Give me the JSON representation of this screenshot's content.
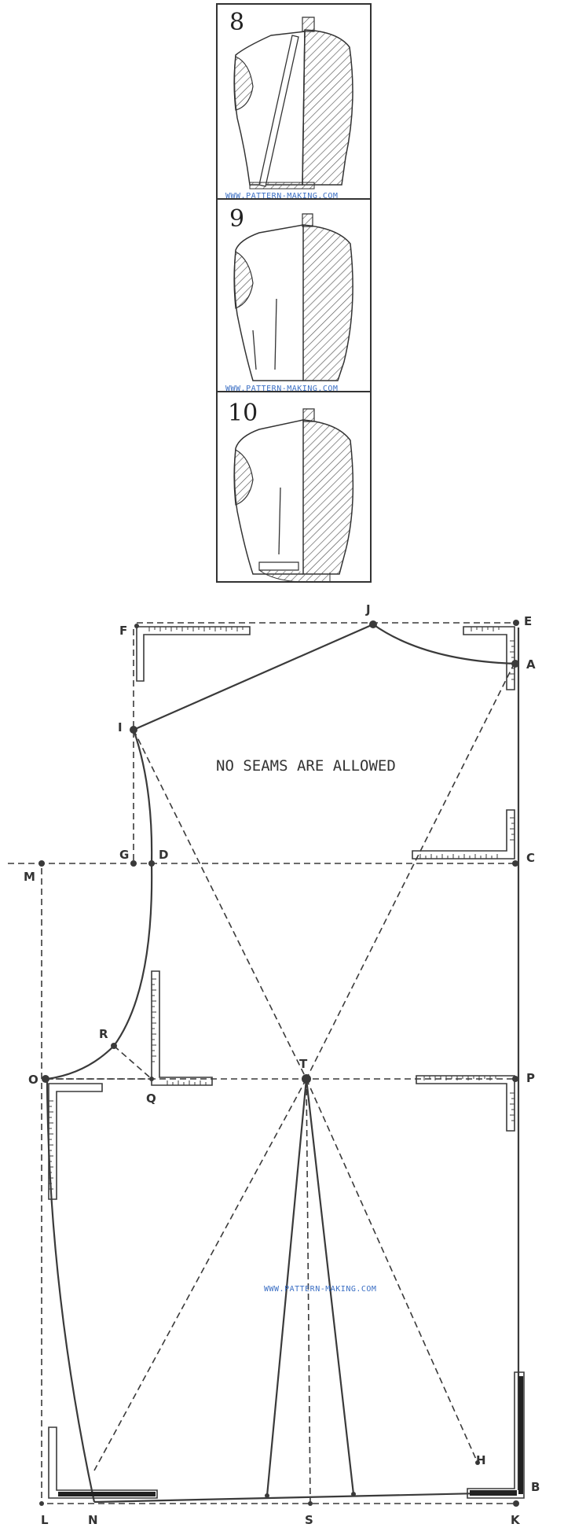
{
  "figures": [
    {
      "number": "8",
      "watermark": "WWW.PATTERN-MAKING.COM"
    },
    {
      "number": "9",
      "watermark": "WWW.PATTERN-MAKING.COM"
    },
    {
      "number": "10"
    }
  ],
  "pattern": {
    "note": "NO SEAMS ARE ALLOWED",
    "watermark": "WWW.PATTERN-MAKING.COM",
    "point_labels": [
      "J",
      "E",
      "F",
      "A",
      "I",
      "G",
      "D",
      "C",
      "M",
      "R",
      "O",
      "Q",
      "T",
      "P",
      "L",
      "N",
      "S",
      "K",
      "H",
      "B"
    ]
  },
  "colors": {
    "line": "#3a3a3a",
    "hatch": "#555555",
    "watermark": "#3b6fc4"
  }
}
